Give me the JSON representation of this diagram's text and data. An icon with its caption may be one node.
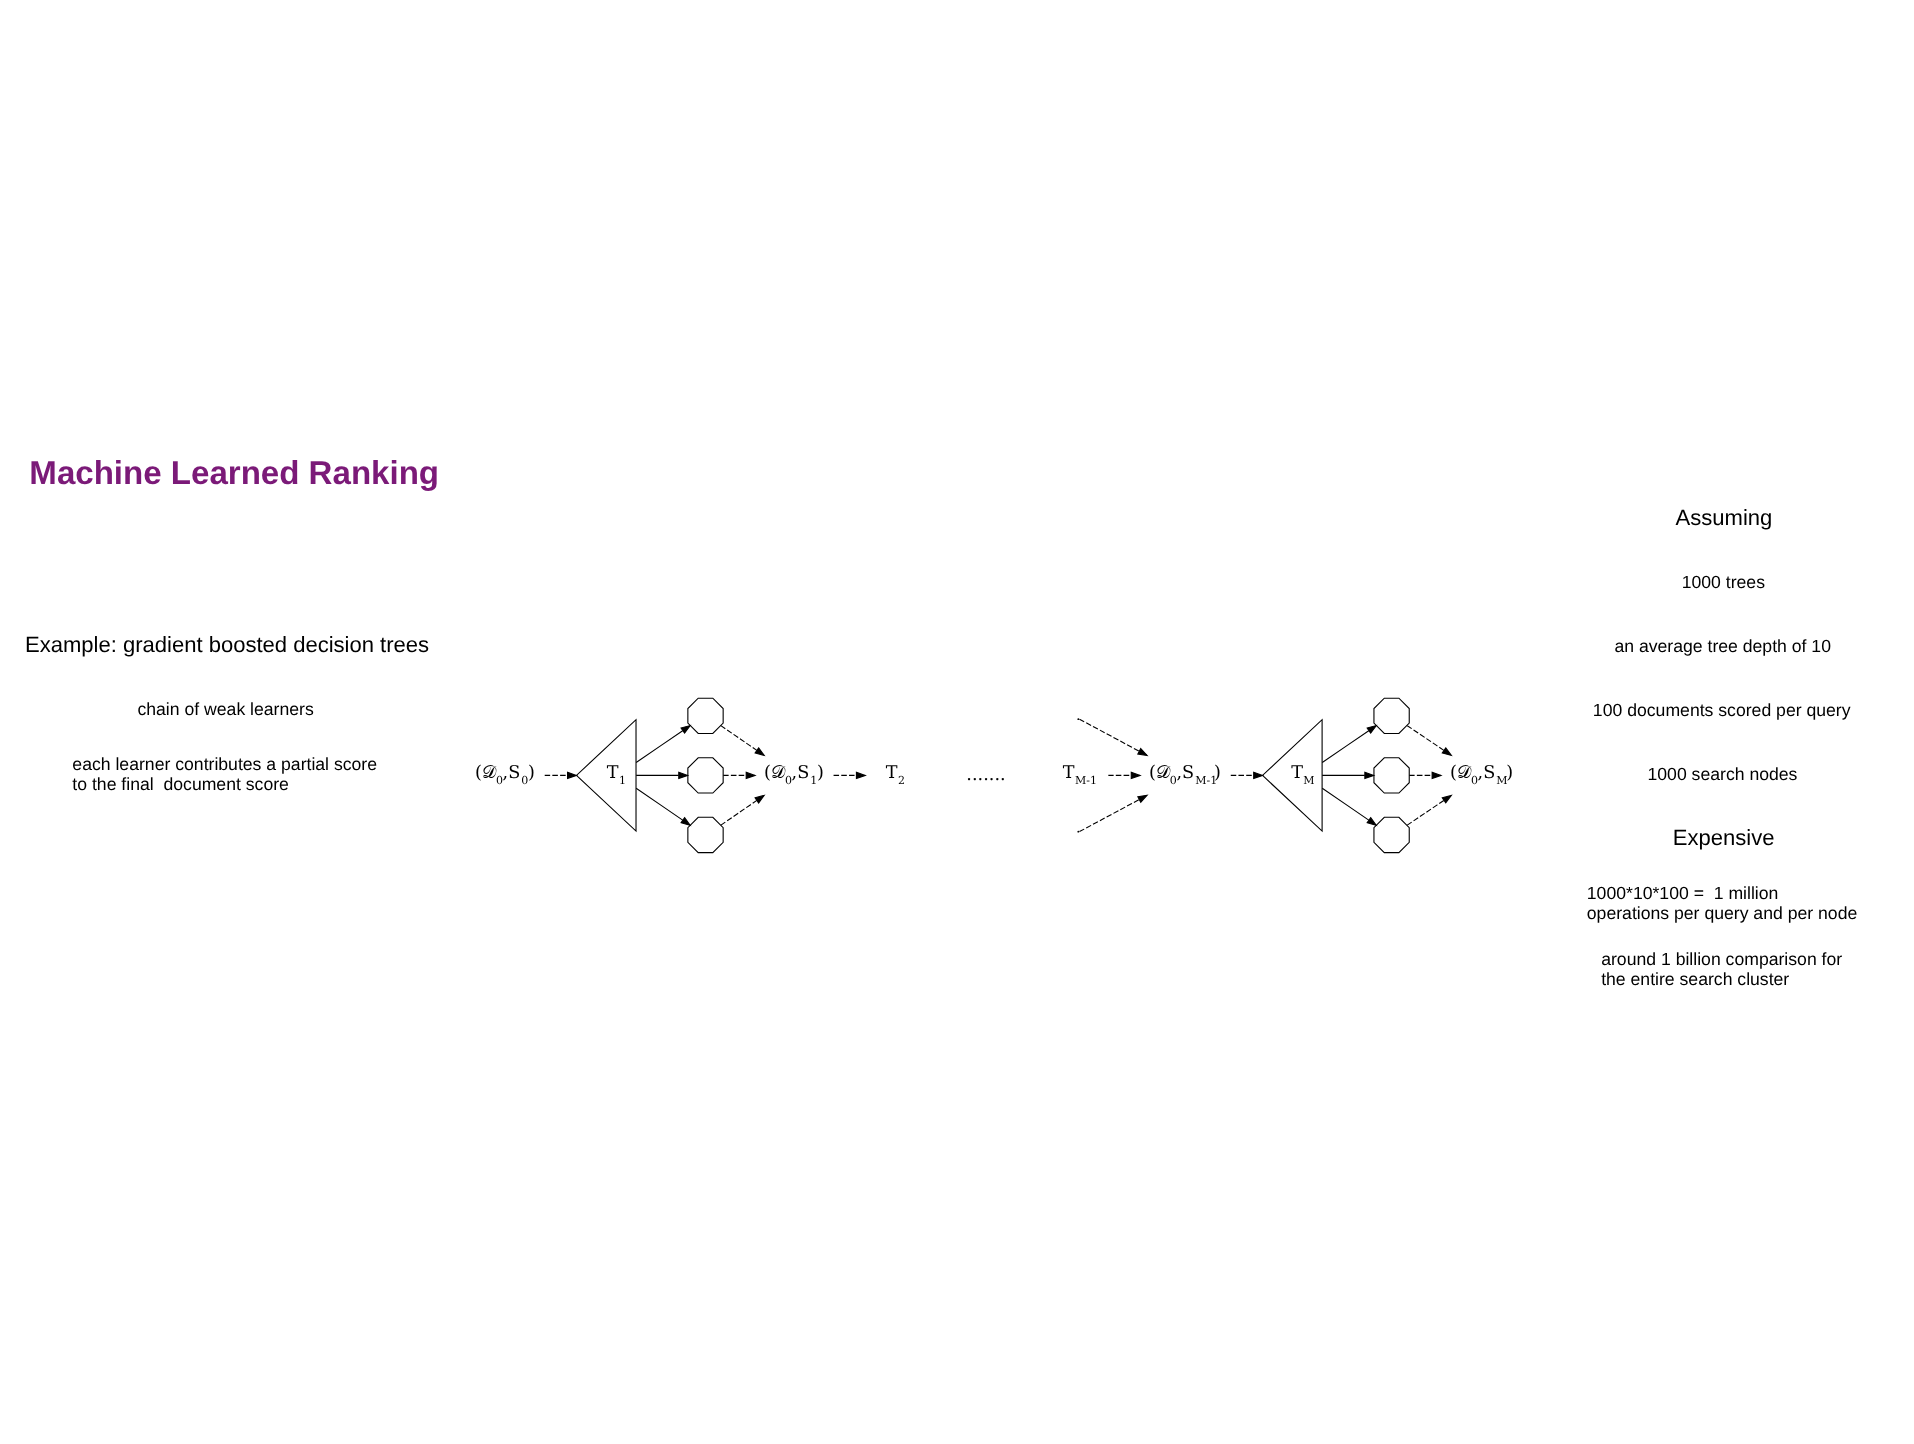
{
  "diagram": {
    "title": "Machine Learned Ranking",
    "nodes": [
      {
        "text": [
          "(𝒟$_{0}$,S$_{0}$)"
        ]
      },
      {
        "text": [
          "T$_{1}$"
        ]
      },
      {
        "text": [],
        "shape": "octagon"
      },
      {
        "text": [],
        "shape": "octagon"
      },
      {
        "text": [],
        "shape": "octagon"
      },
      {
        "text": [
          "(𝒟$_{0}$,S$_{1}$)"
        ]
      },
      {
        "text": [
          "T$_{2}$"
        ]
      },
      {
        "text": [
          "T$_{M-1}$"
        ]
      },
      {
        "text": [
          "(𝒟$_{0}$,S$_{M-1}$)"
        ]
      },
      {
        "text": [
          "T$_{M}$"
        ]
      },
      {
        "text": [],
        "shape": "octagon"
      },
      {
        "text": [],
        "shape": "octagon"
      },
      {
        "text": [],
        "shape": "octagon"
      },
      {
        "text": [
          "(𝒟$_{0}$,S$_{M}$)"
        ]
      }
    ],
    "edges": [
      {
        "from": 0,
        "to": 1,
        "arrow": "to",
        "style": "dashed"
      },
      {
        "from": 1,
        "to": 2,
        "arrow": "to"
      },
      {
        "from": 1,
        "to": 3,
        "arrow": "to"
      },
      {
        "from": 1,
        "to": 4,
        "arrow": "to"
      },
      {
        "from": 2,
        "to": 5,
        "arrow": "to",
        "style": "dashed"
      },
      {
        "from": 3,
        "to": 5,
        "arrow": "to",
        "style": "dashed"
      },
      {
        "from": 4,
        "to": 5,
        "arrow": "to",
        "style": "dashed"
      },
      {
        "from": 5,
        "to": 6,
        "arrow": "to",
        "style": "dashed"
      },
      {
        "from": null,
        "to": 8,
        "arrow": "to",
        "style": "dashed"
      },
      {
        "from": 7,
        "to": 8,
        "arrow": "to",
        "style": "dashed"
      },
      {
        "from": null,
        "to": 8,
        "arrow": "to",
        "style": "dashed"
      },
      {
        "from": 8,
        "to": 9,
        "arrow": "to",
        "style": "dashed"
      },
      {
        "from": 9,
        "to": 10,
        "arrow": "to"
      },
      {
        "from": 9,
        "to": 11,
        "arrow": "to"
      },
      {
        "from": 9,
        "to": 12,
        "arrow": "to"
      },
      {
        "from": 10,
        "to": 13,
        "arrow": "to",
        "style": "dashed"
      },
      {
        "from": 11,
        "to": 13,
        "arrow": "to",
        "style": "dashed"
      },
      {
        "from": 12,
        "to": 13,
        "arrow": "to",
        "style": "dashed"
      }
    ],
    "labels": [
      "Example: gradient boosted decision trees",
      "chain of weak learners",
      "each learner contributes a partial score to the final  document score",
      ".......",
      "Assuming",
      "1000 trees",
      "an average tree depth of 10",
      "100 documents scored per query",
      "1000 search nodes",
      "Expensive",
      "1000*10*100 =  1 million operations per query and per node",
      "around 1 billion comparison for the entire search cluster"
    ]
  }
}
